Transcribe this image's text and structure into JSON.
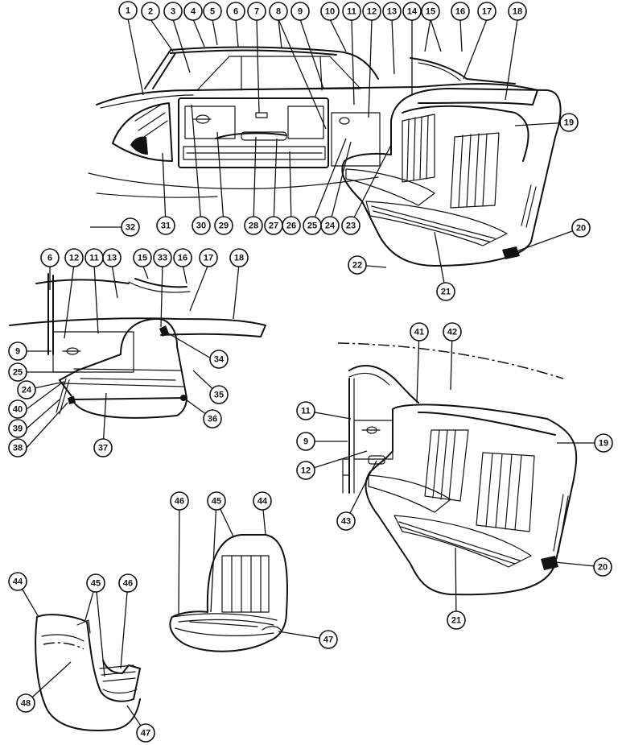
{
  "callouts": [
    {
      "label": "1"
    },
    {
      "label": "2"
    },
    {
      "label": "3"
    },
    {
      "label": "4"
    },
    {
      "label": "5"
    },
    {
      "label": "6"
    },
    {
      "label": "7"
    },
    {
      "label": "8"
    },
    {
      "label": "9"
    },
    {
      "label": "10"
    },
    {
      "label": "11"
    },
    {
      "label": "12"
    },
    {
      "label": "13"
    },
    {
      "label": "14"
    },
    {
      "label": "15"
    },
    {
      "label": "16"
    },
    {
      "label": "17"
    },
    {
      "label": "18"
    },
    {
      "label": "19"
    },
    {
      "label": "20"
    },
    {
      "label": "21"
    },
    {
      "label": "22"
    },
    {
      "label": "23"
    },
    {
      "label": "24"
    },
    {
      "label": "25"
    },
    {
      "label": "26"
    },
    {
      "label": "27"
    },
    {
      "label": "28"
    },
    {
      "label": "29"
    },
    {
      "label": "30"
    },
    {
      "label": "31"
    },
    {
      "label": "32"
    },
    {
      "label": "6"
    },
    {
      "label": "12"
    },
    {
      "label": "11"
    },
    {
      "label": "13"
    },
    {
      "label": "15"
    },
    {
      "label": "33"
    },
    {
      "label": "16"
    },
    {
      "label": "17"
    },
    {
      "label": "18"
    },
    {
      "label": "9"
    },
    {
      "label": "25"
    },
    {
      "label": "24"
    },
    {
      "label": "40"
    },
    {
      "label": "39"
    },
    {
      "label": "38"
    },
    {
      "label": "37"
    },
    {
      "label": "36"
    },
    {
      "label": "35"
    },
    {
      "label": "34"
    },
    {
      "label": "41"
    },
    {
      "label": "42"
    },
    {
      "label": "11"
    },
    {
      "label": "9"
    },
    {
      "label": "12"
    },
    {
      "label": "43"
    },
    {
      "label": "19"
    },
    {
      "label": "20"
    },
    {
      "label": "21"
    },
    {
      "label": "46"
    },
    {
      "label": "45"
    },
    {
      "label": "44"
    },
    {
      "label": "47"
    },
    {
      "label": "44"
    },
    {
      "label": "45"
    },
    {
      "label": "46"
    },
    {
      "label": "48"
    },
    {
      "label": "47"
    }
  ]
}
